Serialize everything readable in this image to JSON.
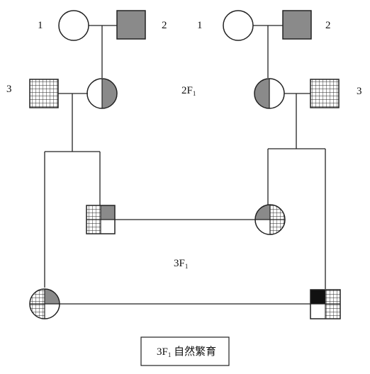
{
  "labels": {
    "left_1": "1",
    "left_2": "2",
    "right_1": "1",
    "right_2": "2",
    "left_3": "3",
    "right_3": "3"
  },
  "generation_2": {
    "main": "2F",
    "sub": "1"
  },
  "generation_3": {
    "main": "3F",
    "sub": "1"
  },
  "caption": {
    "main": "3F",
    "sub": "1",
    "rest": " 自然繁育"
  },
  "colors": {
    "shade": "#8a8a8a",
    "dark": "#111111",
    "line": "#222222"
  }
}
